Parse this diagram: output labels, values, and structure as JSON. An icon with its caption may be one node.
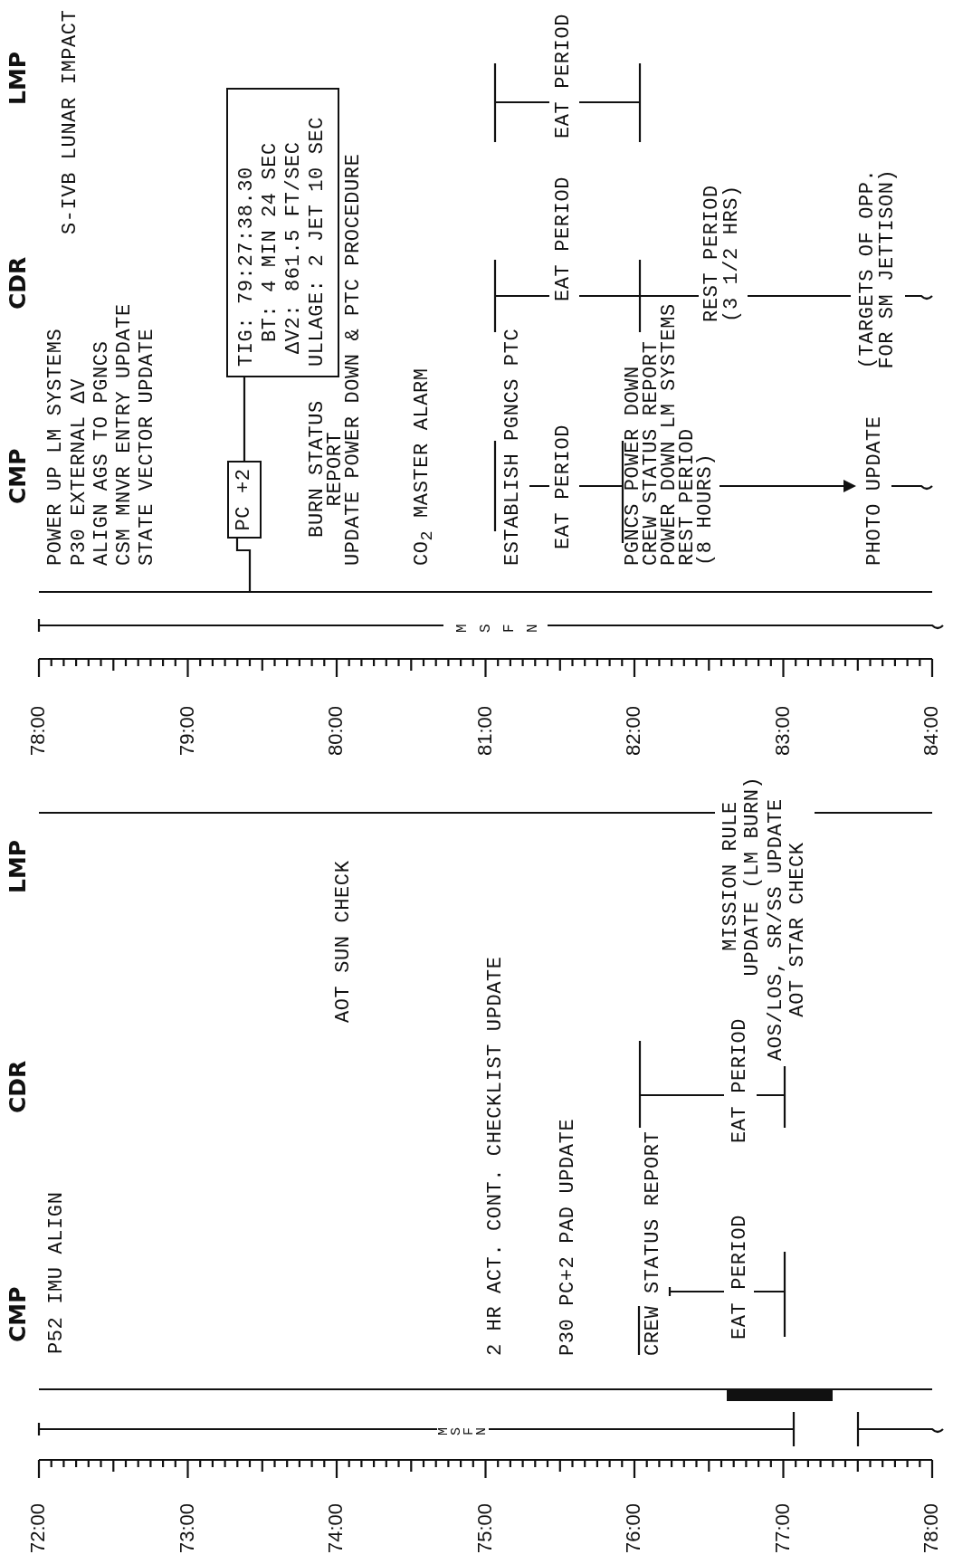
{
  "diagram": {
    "nodes": [
      {
        "text": [
          "PC +2"
        ]
      },
      {
        "text": [
          "TIG: 79:27:38.30",
          "BT: 4 MIN 24 SEC",
          "ΔV2: 861.5 FT/SEC",
          "ULLAGE: 2 JET 10 SEC"
        ]
      }
    ],
    "edges": [
      {
        "from": 0,
        "to": 1,
        "arrow": "none"
      },
      {
        "from": 0,
        "to": null,
        "arrow": "none"
      }
    ],
    "labels": [
      "72:00",
      "73:00",
      "74:00",
      "75:00",
      "76:00",
      "77:00",
      "78:00",
      "MSFN",
      "CMP",
      "CDR",
      "LMP",
      "P52 IMU ALIGN",
      "AOT SUN CHECK",
      "2 HR ACT. CONT. CHECKLIST UPDATE",
      "P30 PC+2 PAD UPDATE",
      "CREW STATUS REPORT",
      "EAT PERIOD",
      "EAT PERIOD",
      "MISSION RULE UPDATE (LM BURN)",
      "AOS/LOS, SR/SS UPDATE AOT STAR CHECK",
      "78:00",
      "79:00",
      "80:00",
      "81:00",
      "82:00",
      "83:00",
      "84:00",
      "MSFN",
      "CMP",
      "CDR",
      "LMP",
      "POWER UP LM SYSTEMS",
      "P30 EXTERNAL ΔV",
      "ALIGN AGS TO PGNCS",
      "CSM MNVR ENTRY UPDATE",
      "STATE VECTOR UPDATE",
      "S-IVB LUNAR IMPACT",
      "BURN STATUS REPORT",
      "UPDATE POWER DOWN & PTC PROCEDURE",
      "CO$_{2}$ MASTER ALARM",
      "ESTABLISH PGNCS PTC",
      "EAT PERIOD",
      "EAT PERIOD",
      "EAT PERIOD",
      "PGNCS POWER DOWN",
      "CREW STATUS REPORT",
      "POWER DOWN LM SYSTEMS",
      "REST PERIOD (8 HOURS)",
      "REST PERIOD (3 1/2 HRS)",
      "PHOTO UPDATE",
      "(TARGETS OF OPP. FOR SM JETTISON)"
    ]
  }
}
